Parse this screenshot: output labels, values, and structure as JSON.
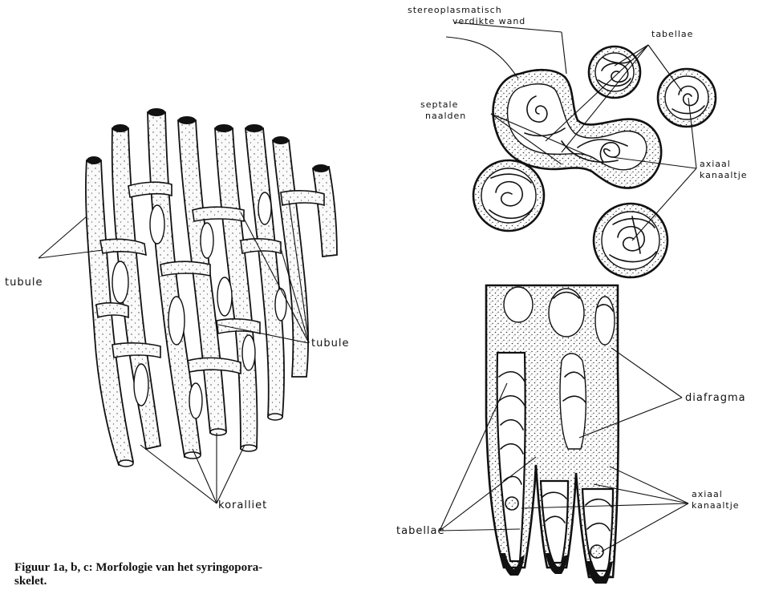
{
  "figure": {
    "caption": "Figuur 1a, b, c: Morfologie van het syringopora-skelet."
  },
  "panel_a": {
    "labels": {
      "tubule_left": "tubule",
      "tubule_right": "tubule",
      "koralliet": "koralliet"
    }
  },
  "panel_b": {
    "labels": {
      "wall_line1": "stereoplasmatisch",
      "wall_line2": "verdikte wand",
      "tabellae": "tabellae",
      "septal_line1": "septale",
      "septal_line2": "naalden",
      "axial_line1": "axiaal",
      "axial_line2": "kanaaltje"
    }
  },
  "panel_c": {
    "labels": {
      "diafragma": "diafragma",
      "axial_line1": "axiaal",
      "axial_line2": "kanaaltje",
      "tabellae": "tabellae"
    }
  }
}
